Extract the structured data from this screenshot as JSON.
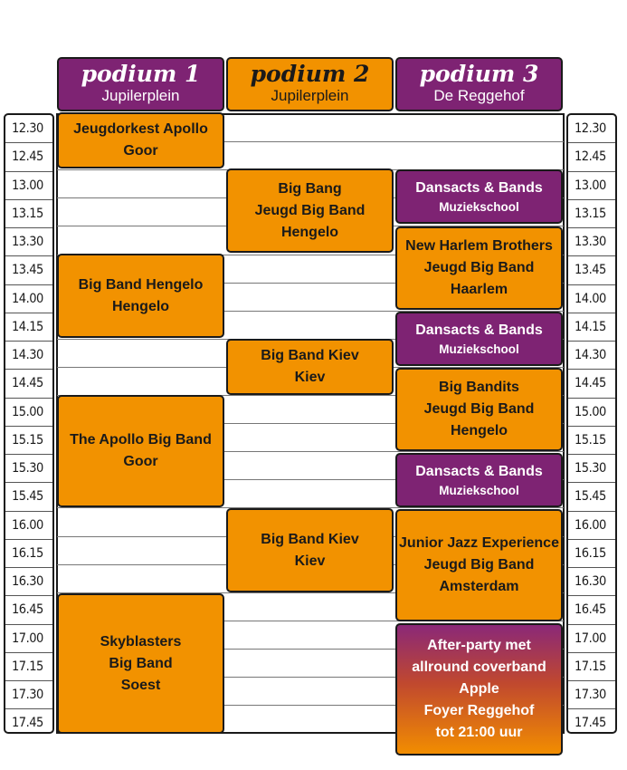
{
  "stages": [
    {
      "name": "podium 1",
      "location": "Jupilerplein"
    },
    {
      "name": "podium 2",
      "location": "Jupilerplein"
    },
    {
      "name": "podium 3",
      "location": "De Reggehof"
    }
  ],
  "times": [
    "12.30",
    "12.45",
    "13.00",
    "13.15",
    "13.30",
    "13.45",
    "14.00",
    "14.15",
    "14.30",
    "14.45",
    "15.00",
    "15.15",
    "15.30",
    "15.45",
    "16.00",
    "16.15",
    "16.30",
    "16.45",
    "17.00",
    "17.15",
    "17.30",
    "17.45"
  ],
  "podium1": [
    {
      "line1": "Jeugdorkest Apollo",
      "line2": "Goor"
    },
    {
      "line1": "Big Band Hengelo",
      "line2": "Hengelo"
    },
    {
      "line1": "The Apollo Big Band",
      "line2": "Goor"
    },
    {
      "line1": "Skyblasters",
      "line2": "Big Band",
      "line3": "Soest"
    }
  ],
  "podium2": [
    {
      "line1": "Big Bang",
      "line2": "Jeugd Big Band",
      "line3": "Hengelo"
    },
    {
      "line1": "Big Band Kiev",
      "line2": "Kiev"
    },
    {
      "line1": "Big Band Kiev",
      "line2": "Kiev"
    }
  ],
  "podium3": [
    {
      "line1": "Dansacts & Bands",
      "line2": "Muziekschool"
    },
    {
      "line1": "New Harlem Brothers",
      "line2": "Jeugd Big Band",
      "line3": "Haarlem"
    },
    {
      "line1": "Dansacts & Bands",
      "line2": "Muziekschool"
    },
    {
      "line1": "Big Bandits",
      "line2": "Jeugd Big Band",
      "line3": "Hengelo"
    },
    {
      "line1": "Dansacts & Bands",
      "line2": "Muziekschool"
    },
    {
      "line1": "Junior Jazz Experience",
      "line2": "Jeugd Big Band",
      "line3": "Amsterdam"
    },
    {
      "line1": "After-party met",
      "line2": "allround coverband",
      "line3": "Apple",
      "line4": "Foyer Reggehof",
      "line5": "tot 21:00 uur"
    }
  ],
  "colors": {
    "purple": "#7e2373",
    "orange": "#f29200",
    "border": "#1a1a1a"
  }
}
